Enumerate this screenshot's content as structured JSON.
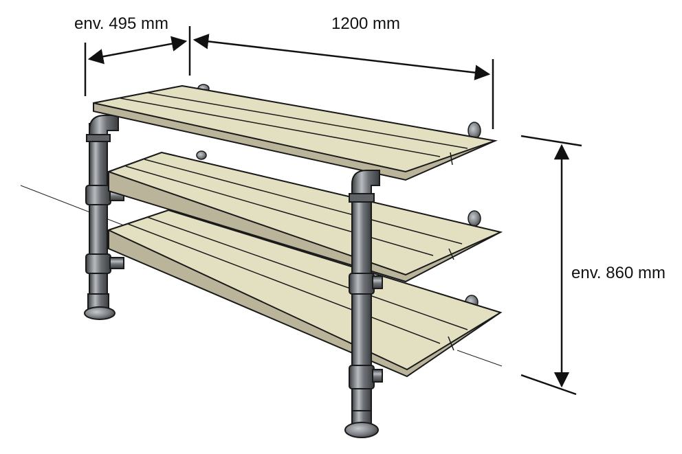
{
  "dimensions": {
    "depth_label": "env. 495 mm",
    "width_label": "1200 mm",
    "height_label": "env. 860 mm"
  },
  "colors": {
    "shelf_top": "#e3dfc1",
    "shelf_edge": "#b9b49a",
    "pipe": "#6d7175",
    "pipe_light": "#b8bcc0",
    "pipe_dark": "#3a3d40",
    "outline": "#1a1a1a"
  }
}
